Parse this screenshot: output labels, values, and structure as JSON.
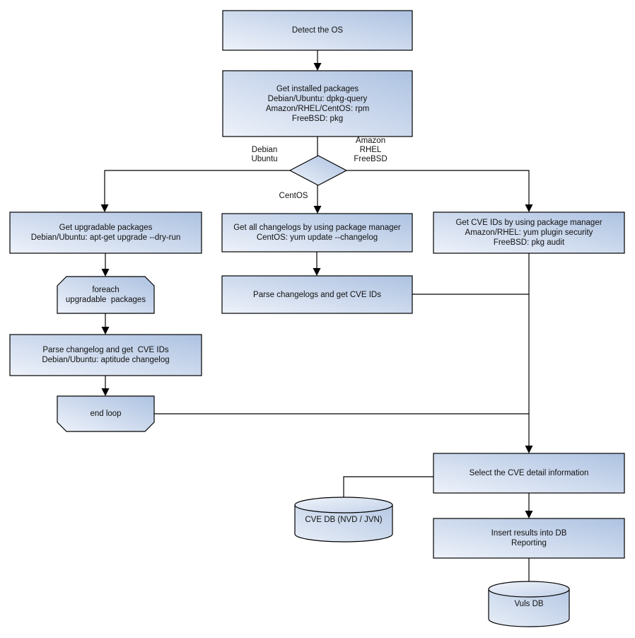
{
  "colors": {
    "node_fill_light": "#eef2fa",
    "node_fill_dark": "#adc2e1",
    "node_stroke": "#000000",
    "connector": "#000000",
    "text": "#111111",
    "background": "#ffffff"
  },
  "nodes": {
    "detect_os": {
      "label": "Detect the OS"
    },
    "get_installed_packages": {
      "label": "Get installed packages\nDebian/Ubuntu: dpkg-query\nAmazon/RHEL/CentOS: rpm\nFreeBSD: pkg"
    },
    "get_upgradable_packages": {
      "label": "Get upgradable packages\nDebian/Ubuntu: apt-get upgrade --dry-run"
    },
    "foreach_loop_start": {
      "label": "foreach\nupgradable  packages"
    },
    "parse_changelog_debian": {
      "label": "Parse changelog and get  CVE IDs\nDebian/Ubuntu: aptitude changelog"
    },
    "end_loop": {
      "label": "end loop"
    },
    "get_all_changelogs": {
      "label": "Get all changelogs by using package manager\nCentOS: yum update --changelog"
    },
    "parse_changelogs": {
      "label": "Parse changelogs and get CVE IDs"
    },
    "get_cve_ids_pkg_manager": {
      "label": "Get CVE IDs by using package manager\nAmazon/RHEL: yum plugin security\nFreeBSD: pkg audit"
    },
    "select_cve_detail": {
      "label": "Select the CVE detail information"
    },
    "cve_db": {
      "label": "CVE DB (NVD / JVN)"
    },
    "insert_results": {
      "label": "Insert results into DB\nReporting"
    },
    "vuls_db": {
      "label": "Vuls DB"
    }
  },
  "edge_labels": {
    "left_branch": "Debian\nUbuntu",
    "right_branch": "Amazon\nRHEL\nFreeBSD",
    "bottom_branch": "CentOS"
  }
}
